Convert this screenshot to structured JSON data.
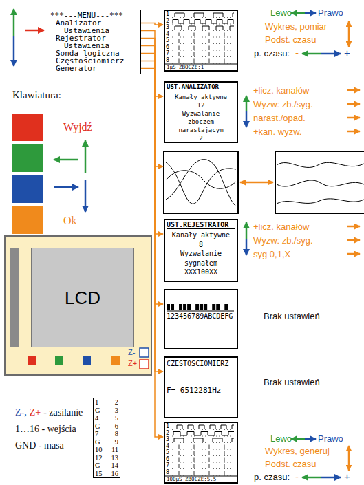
{
  "diagram": {
    "nodes": [
      {
        "text": [
          "***---MENU---***",
          "Analizator",
          "Ustawienia",
          "Rejestrator",
          "Ustawienia",
          "Sonda logiczna",
          "Częstościomierz",
          "Generator"
        ]
      },
      {
        "text": [
          "1",
          "2",
          "3",
          "4",
          "5",
          "6",
          "7",
          "8",
          "1µS ZBOCZE:1"
        ]
      },
      {
        "text": [
          "UST.ANALIZATOR",
          "Kanały aktywne",
          "12",
          "Wyzwalanie",
          "zboczem",
          "narastającym",
          "2"
        ]
      },
      {
        "text": [
          "UST.REJESTRATOR",
          "Kanały aktywne",
          "8",
          "Wyzwalanie",
          "sygnałem",
          "XXX100XX"
        ]
      },
      {
        "text": [
          "123456789ABCDEFG"
        ]
      },
      {
        "text": [
          "CZESTOSCIOMIERZ",
          "F= 6512281Hz"
        ]
      },
      {
        "text": [
          "1",
          "2",
          "3",
          "4",
          "5",
          "6",
          "7",
          "8",
          "100µS ZBOCZE:5.5"
        ]
      },
      {
        "text": [
          "LCD"
        ]
      },
      {
        "text": [
          "1",
          "2",
          "G",
          "3",
          "4",
          "5",
          "G",
          "6",
          "7",
          "8",
          "G",
          "9",
          "10",
          "11",
          "12",
          "13",
          "G",
          "14",
          "15",
          "16"
        ]
      }
    ],
    "edges": [
      {
        "from": 0,
        "to": 1,
        "arrow": "to"
      },
      {
        "from": 0,
        "to": 2,
        "arrow": "to"
      },
      {
        "from": 0,
        "to": 3,
        "arrow": "to"
      },
      {
        "from": 0,
        "to": 4,
        "arrow": "to"
      },
      {
        "from": 0,
        "to": 5,
        "arrow": "to"
      },
      {
        "from": 0,
        "to": 6,
        "arrow": "to"
      }
    ],
    "labels": [
      "Klawiatura:",
      "Lewo",
      "Prawo",
      "Wykres, pomiar",
      "Podst. czasu",
      "p. czasu:",
      "-",
      "+",
      "+licz. kanałów",
      "Wyzw: zb./syg.",
      "narast./opad.",
      "+kan. wyzw.",
      "+licz. kanałów",
      "Wyzw: zb./syg.",
      "syg 0,1,X",
      "Brak ustawień",
      "Brak ustawień",
      "Lewo",
      "Prawo",
      "Wykres, generuj",
      "Podst. czasu",
      "p. czasu:",
      "-",
      "+",
      "Z-",
      "Z+",
      "Z-,",
      "Z+",
      "- zasilanie",
      "1…16 - wejścia",
      "GND - masa"
    ],
    "legend": [
      {
        "text": "Wyjdź",
        "color": "#e0301e"
      },
      {
        "text": "Ok",
        "color": "#f08a1c"
      }
    ]
  }
}
